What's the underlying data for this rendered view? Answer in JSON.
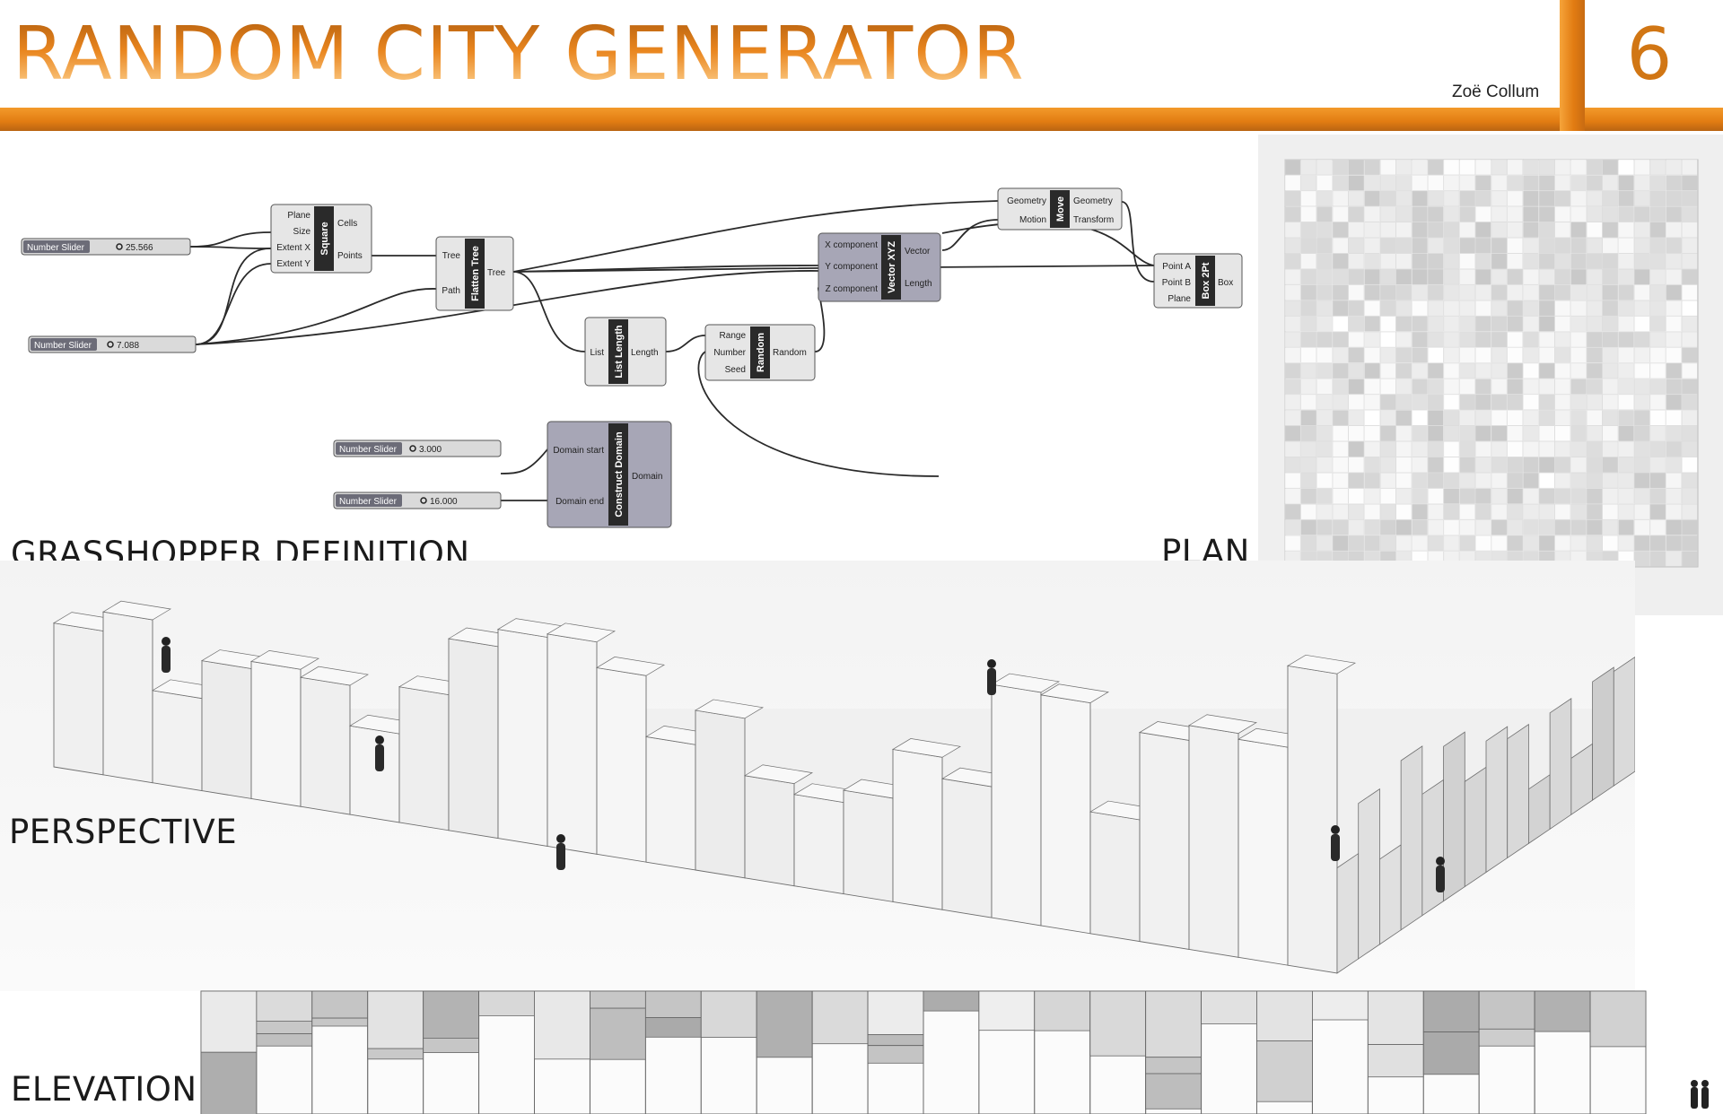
{
  "header": {
    "title": "RANDOM CITY GENERATOR",
    "author": "Zoë Collum",
    "page_number": "6",
    "accent_color": "#e8861a"
  },
  "sections": {
    "grasshopper": "GRASSHOPPER DEFINITION",
    "plan": "PLAN",
    "perspective": "PERSPECTIVE",
    "elevation": "ELEVATION"
  },
  "grasshopper": {
    "sliders": [
      {
        "label": "Number Slider",
        "value": "25.566"
      },
      {
        "label": "Number Slider",
        "value": "7.088"
      },
      {
        "label": "Number Slider",
        "value": "3.000"
      },
      {
        "label": "Number Slider",
        "value": "16.000"
      }
    ],
    "components": {
      "square": {
        "name": "Square",
        "inputs": [
          "Plane",
          "Size",
          "Extent X",
          "Extent Y"
        ],
        "outputs": [
          "Cells",
          "Points"
        ]
      },
      "flatten": {
        "name": "Flatten Tree",
        "inputs": [
          "Tree",
          "Path"
        ],
        "outputs": [
          "Tree"
        ]
      },
      "list_length": {
        "name": "List Length",
        "inputs": [
          "List"
        ],
        "outputs": [
          "Length"
        ]
      },
      "random": {
        "name": "Random",
        "inputs": [
          "Range",
          "Number",
          "Seed"
        ],
        "outputs": [
          "Random"
        ]
      },
      "construct_domain": {
        "name": "Construct Domain",
        "inputs": [
          "Domain start",
          "Domain end"
        ],
        "outputs": [
          "Domain"
        ]
      },
      "vector_xyz": {
        "name": "Vector XYZ",
        "inputs": [
          "X component",
          "Y component",
          "Z component"
        ],
        "outputs": [
          "Vector",
          "Length"
        ]
      },
      "move": {
        "name": "Move",
        "inputs": [
          "Geometry",
          "Motion"
        ],
        "outputs": [
          "Geometry",
          "Transform"
        ]
      },
      "box_2pt": {
        "name": "Box 2Pt",
        "inputs": [
          "Point A",
          "Point B",
          "Plane"
        ],
        "outputs": [
          "Box"
        ]
      }
    }
  }
}
